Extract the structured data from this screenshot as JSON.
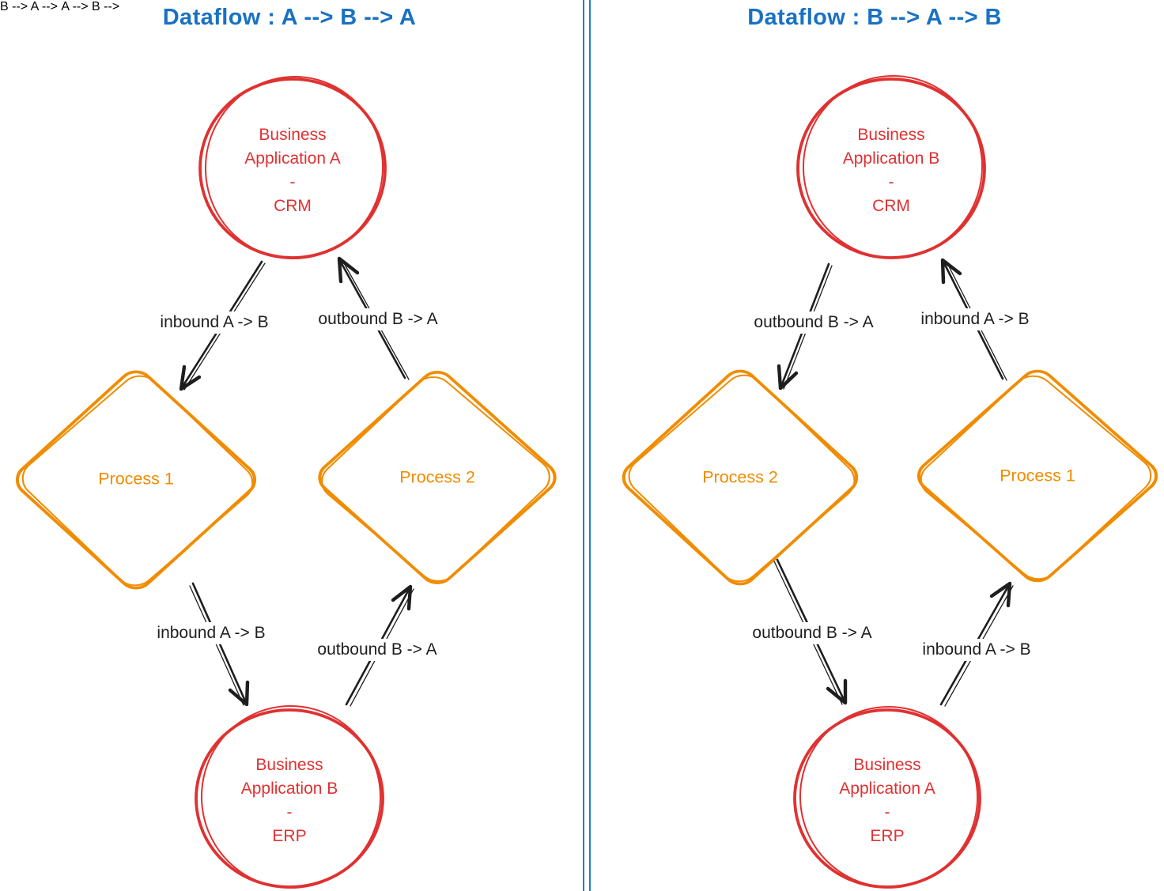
{
  "colors": {
    "node_red": "#e03131",
    "process_orange": "#f08c00",
    "title_blue": "#1971c2",
    "edge_black": "#1e1e1e",
    "divider_blue": "#2979c9",
    "background": "#ffffff"
  },
  "panels": [
    {
      "title": "Dataflow : A --> B --> A",
      "top_node": {
        "shape": "circle",
        "name": "Business Application A",
        "separator": "-",
        "system": "CRM"
      },
      "bottom_node": {
        "shape": "circle",
        "name": "Business Application B",
        "separator": "-",
        "system": "ERP"
      },
      "left_process": {
        "shape": "diamond",
        "label": "Process 1"
      },
      "right_process": {
        "shape": "diamond",
        "label": "Process 2"
      },
      "edges": [
        {
          "position": "top-left",
          "label": "inbound A -> B",
          "from": "top_node",
          "to": "left_process"
        },
        {
          "position": "bottom-left",
          "label": "inbound A -> B",
          "from": "left_process",
          "to": "bottom_node"
        },
        {
          "position": "bottom-right",
          "label": "outbound B -> A",
          "from": "bottom_node",
          "to": "right_process"
        },
        {
          "position": "top-right",
          "label": "outbound B -> A",
          "from": "right_process",
          "to": "top_node"
        }
      ]
    },
    {
      "title": "Dataflow : B --> A --> B",
      "top_node": {
        "shape": "circle",
        "name": "Business Application B",
        "separator": "-",
        "system": "CRM"
      },
      "bottom_node": {
        "shape": "circle",
        "name": "Business Application A",
        "separator": "-",
        "system": "ERP"
      },
      "left_process": {
        "shape": "diamond",
        "label": "Process 2"
      },
      "right_process": {
        "shape": "diamond",
        "label": "Process 1"
      },
      "edges": [
        {
          "position": "top-left",
          "label": "outbound B -> A",
          "from": "top_node",
          "to": "left_process"
        },
        {
          "position": "bottom-left",
          "label": "outbound B -> A",
          "from": "left_process",
          "to": "bottom_node"
        },
        {
          "position": "bottom-right",
          "label": "inbound A -> B",
          "from": "bottom_node",
          "to": "right_process"
        },
        {
          "position": "top-right",
          "label": "inbound A -> B",
          "from": "right_process",
          "to": "top_node"
        }
      ]
    }
  ]
}
